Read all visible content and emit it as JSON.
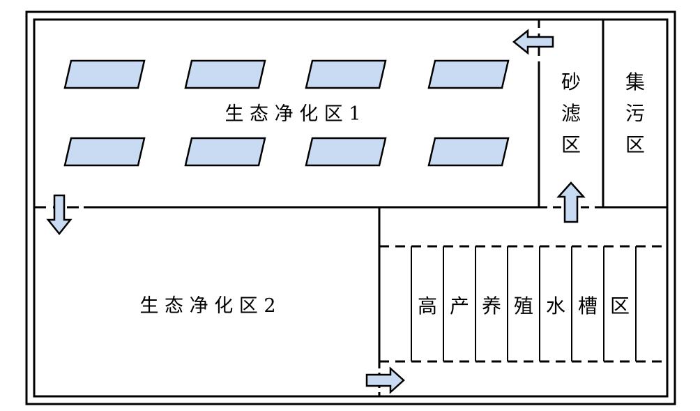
{
  "zones": {
    "eco1": "生 态 净 化 区 1",
    "eco2": "生 态 净 化 区 2",
    "sand": [
      "砂",
      "滤",
      "区"
    ],
    "sewage": [
      "集",
      "污",
      "区"
    ],
    "tank": [
      "高",
      "产",
      "养",
      "殖",
      "水",
      "槽",
      "区"
    ]
  },
  "colors": {
    "line": "#000000",
    "fill": "#c9daf3"
  },
  "icons": [
    "arrow-left-icon",
    "arrow-down-icon",
    "arrow-up-icon",
    "arrow-right-icon"
  ]
}
